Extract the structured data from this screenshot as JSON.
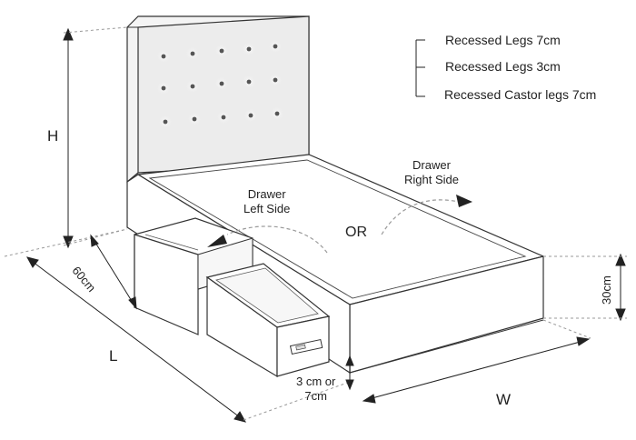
{
  "legend": {
    "items": [
      {
        "label": "Recessed Legs 7cm"
      },
      {
        "label": "Recessed Legs 3cm"
      },
      {
        "label": "Recessed Castor legs 7cm"
      }
    ]
  },
  "dimensions": {
    "height": "H",
    "length": "L",
    "width": "W",
    "drawer_depth": "60cm",
    "base_height": "30cm",
    "leg_height_line1": "3 cm or",
    "leg_height_line2": "7cm"
  },
  "drawers": {
    "left_line1": "Drawer",
    "left_line2": "Left Side",
    "right_line1": "Drawer",
    "right_line2": "Right Side",
    "or": "OR"
  },
  "colors": {
    "line": "#333333",
    "headboard_fill": "#ececec",
    "button": "#555555",
    "dash": "#999999"
  }
}
